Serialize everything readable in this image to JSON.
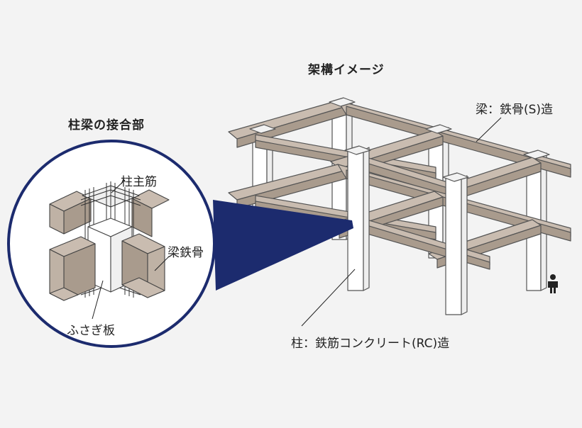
{
  "structure_image_title": "架構イメージ",
  "joint_title": "柱梁の接合部",
  "labels": {
    "beam_steel_s": "梁：鉄骨(S)造",
    "column_rc": "柱：鉄筋コンクリート(RC)造",
    "column_main_rebar": "柱主筋",
    "beam_steel_frame": "梁鉄骨",
    "diaphragm_plate": "ふさぎ板"
  },
  "colors": {
    "background": "#f3f3f3",
    "steel_top": "#c9bcb0",
    "steel_side": "#a99b8d",
    "steel_outline": "#555555",
    "column_fill": "#ffffff",
    "callout_circle": "#1c2b6e",
    "callout_beam": "#1c2b6e"
  },
  "icons": [
    "person-icon"
  ]
}
